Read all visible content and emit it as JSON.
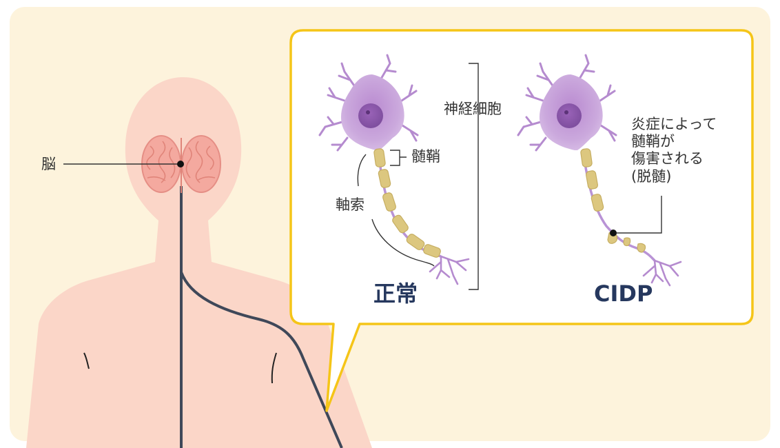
{
  "labels": {
    "brain": "脳",
    "nerve_cell": "神経細胞",
    "myelin_sheath": "髄鞘",
    "axon": "軸索",
    "normal": "正常",
    "cidp": "CIDP",
    "demyelination_note": "炎症によって\n髄鞘が\n傷害される\n(脱髄)"
  },
  "colors": {
    "background": "#fdf3dc",
    "skin": "#fbd6c8",
    "nerve_line": "#3f4859",
    "callout_border": "#f5c518",
    "neuron_body": "#c7a3d9",
    "nucleus": "#8c5aab",
    "myelin": "#dcc77f",
    "heading_text": "#26385e"
  },
  "icons": [
    "brain-icon",
    "neuron-icon",
    "body-silhouette-icon"
  ]
}
